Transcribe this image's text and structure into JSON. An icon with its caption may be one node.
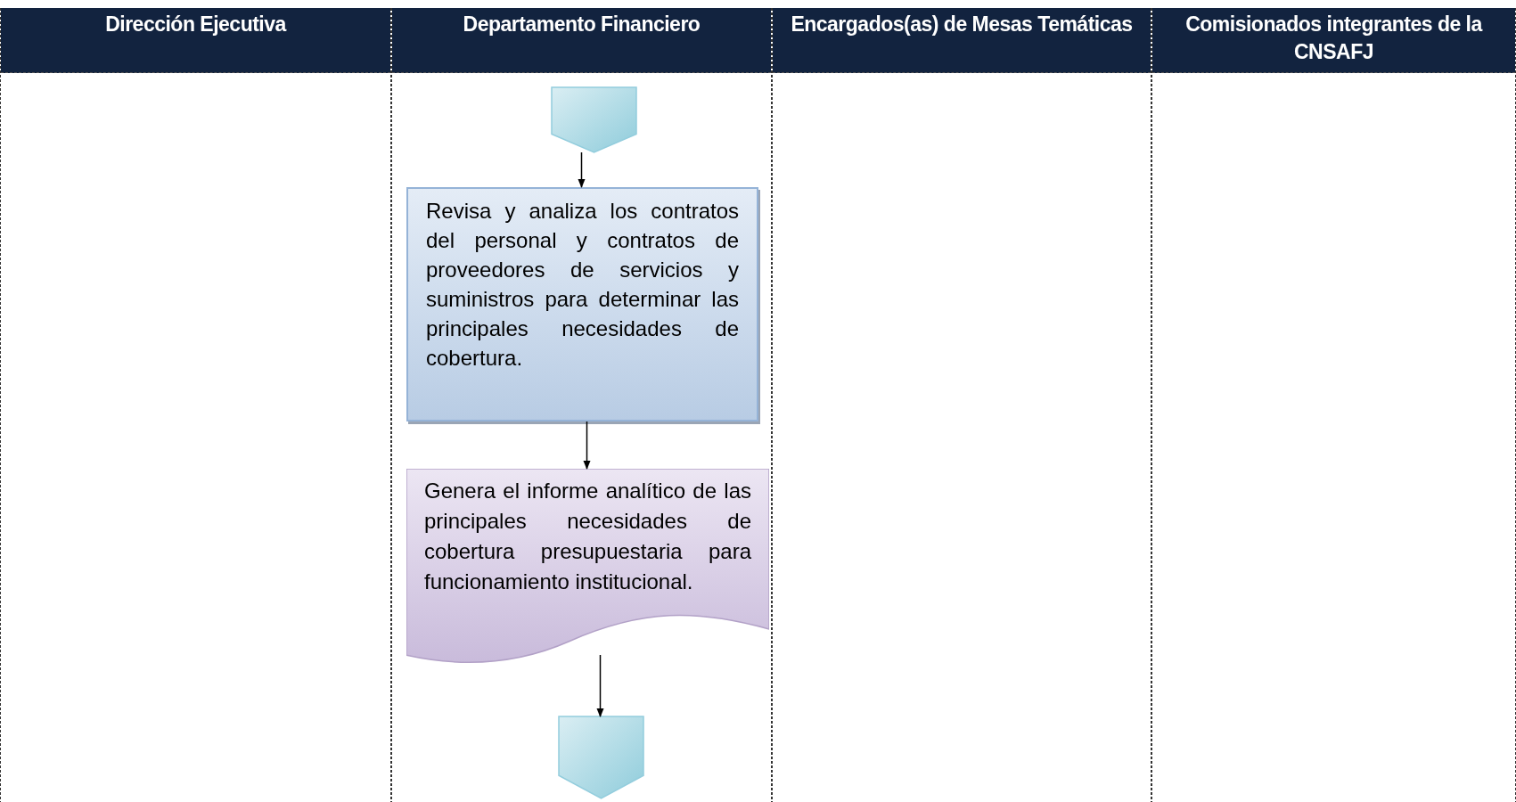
{
  "diagram": {
    "nodes": [
      {
        "text": [
          "Dirección Ejecutiva"
        ]
      },
      {
        "text": [
          "Departamento Financiero"
        ]
      },
      {
        "text": [
          "Encargados(as) de Mesas Temáticas"
        ]
      },
      {
        "text": [
          "Comisionados integrantes de la CNSAFJ"
        ]
      },
      {
        "text": [],
        "shape": "pentagon",
        "in": 1
      },
      {
        "text": [
          "Revisa y analiza los contratos del personal y contratos de proveedores de servicios y suministros para determinar las principales necesidades de cobertura."
        ],
        "in": 1
      },
      {
        "text": [
          "Genera el informe analítico de las principales necesidades de cobertura presupuestaria para funcionamiento institucional."
        ],
        "in": 1
      },
      {
        "text": [],
        "shape": "pentagon",
        "in": 1
      }
    ],
    "edges": [
      {
        "from": 4,
        "to": 5,
        "arrow": "to"
      },
      {
        "from": 5,
        "to": 6,
        "arrow": "to"
      },
      {
        "from": 6,
        "to": 7,
        "arrow": "to"
      }
    ]
  }
}
